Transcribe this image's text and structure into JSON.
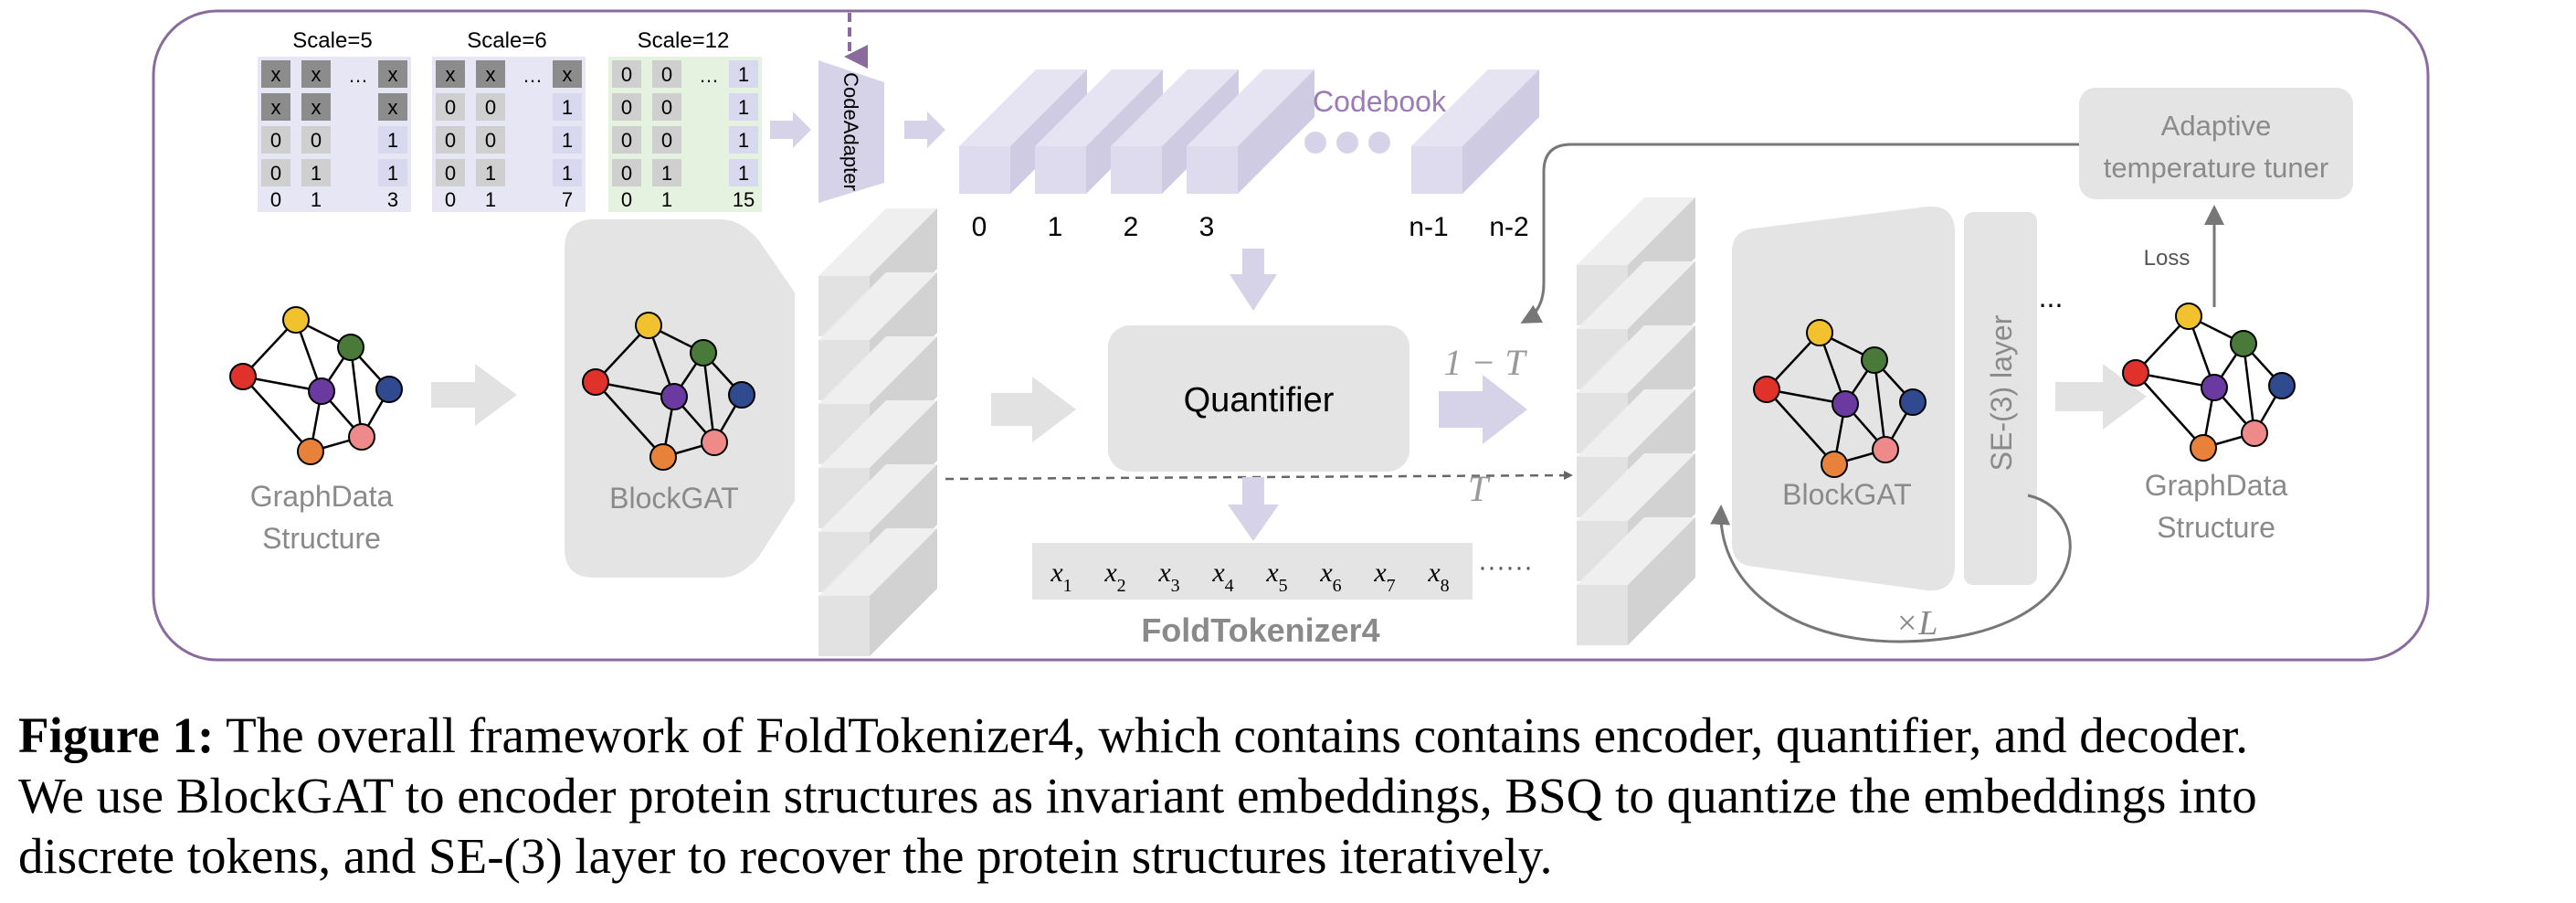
{
  "colors": {
    "frame": "#8a6b9e",
    "gray_block": "#e4e4e4",
    "gray_dark": "#8a8a8a",
    "lavender": "#d9d6ea",
    "purple_text": "#9a7bb5",
    "node_yellow": "#f2c12e",
    "node_green": "#4a7a3a",
    "node_red": "#e0312a",
    "node_purple": "#6b3aa0",
    "node_blue": "#2f4a8e",
    "node_orange": "#e8823a",
    "node_pink": "#ef8a8a"
  },
  "scales": [
    {
      "title": "Scale=5",
      "rows": [
        [
          "x",
          "x",
          "…",
          "x"
        ],
        [
          "x",
          "x",
          "",
          "x"
        ],
        [
          "0",
          "0",
          "",
          "1"
        ],
        [
          "0",
          "1",
          "",
          "1"
        ]
      ],
      "footer": [
        "0",
        "1",
        "3"
      ]
    },
    {
      "title": "Scale=6",
      "rows": [
        [
          "x",
          "x",
          "…",
          "x"
        ],
        [
          "0",
          "0",
          "",
          "1"
        ],
        [
          "0",
          "0",
          "",
          "1"
        ],
        [
          "0",
          "1",
          "",
          "1"
        ]
      ],
      "footer": [
        "0",
        "1",
        "7"
      ]
    },
    {
      "title": "Scale=12",
      "rows": [
        [
          "0",
          "0",
          "…",
          "1"
        ],
        [
          "0",
          "0",
          "",
          "1"
        ],
        [
          "0",
          "0",
          "",
          "1"
        ],
        [
          "0",
          "1",
          "",
          "1"
        ]
      ],
      "footer": [
        "0",
        "1",
        "15"
      ]
    }
  ],
  "code_adapter": "CodeAdapter",
  "codebook": {
    "label": "Codebook",
    "indices": [
      "0",
      "1",
      "2",
      "3",
      "n-1",
      "n-2"
    ]
  },
  "adaptive": {
    "line1": "Adaptive",
    "line2": "temperature tuner"
  },
  "loss_label": "Loss",
  "input_graph": {
    "line1": "GraphData",
    "line2": "Structure"
  },
  "output_graph": {
    "line1": "GraphData",
    "line2": "Structure"
  },
  "encoder_label": "BlockGAT",
  "decoder_label": "BlockGAT",
  "se3_label": "SE-(3) layer",
  "quantifier_label": "Quantifier",
  "one_minus_t": "1 − T",
  "t_label": "T",
  "times_l": "×L",
  "ellipsis": "...",
  "tokens": [
    "x1",
    "x2",
    "x3",
    "x4",
    "x5",
    "x6",
    "x7",
    "x8"
  ],
  "token_dots": "······",
  "model_name": "FoldTokenizer4",
  "caption": {
    "prefix": "Figure 1:",
    "line1": " The overall framework of FoldTokenizer4, which contains contains encoder, quantifier, and decoder.",
    "line2": "We use BlockGAT to encoder protein structures as invariant embeddings, BSQ to quantize the embeddings into",
    "line3": "discrete tokens, and SE-(3) layer to recover the protein structures iteratively."
  }
}
